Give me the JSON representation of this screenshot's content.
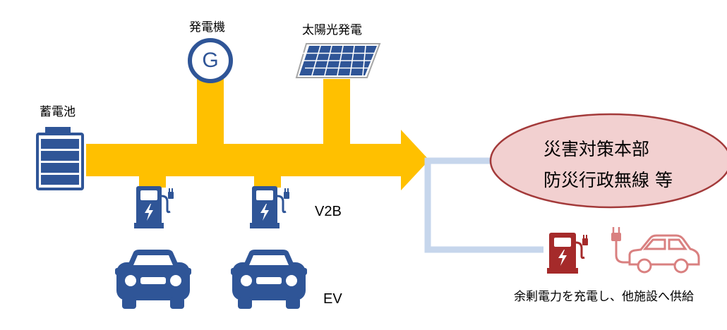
{
  "labels": {
    "generator": "発電機",
    "generator_symbol": "G",
    "solar": "太陽光発電",
    "battery": "蓄電池",
    "v2b": "V2B",
    "ev": "EV",
    "hq_line1": "災害対策本部",
    "hq_line2": "防災行政無線 等",
    "supply_caption": "余剰電力を充電し、他施設へ供給"
  },
  "colors": {
    "power_flow": "#FFC000",
    "blue_icon": "#2F5597",
    "supply_line": "#C6D6EC",
    "hq_fill": "#F2D0D0",
    "hq_stroke": "#A33A3A",
    "charger_red": "#A52A2A",
    "car_pink": "#D98080"
  },
  "icons": [
    "battery-icon",
    "generator-icon",
    "solar-panel-icon",
    "charger-icon",
    "car-icon",
    "plug-icon"
  ]
}
